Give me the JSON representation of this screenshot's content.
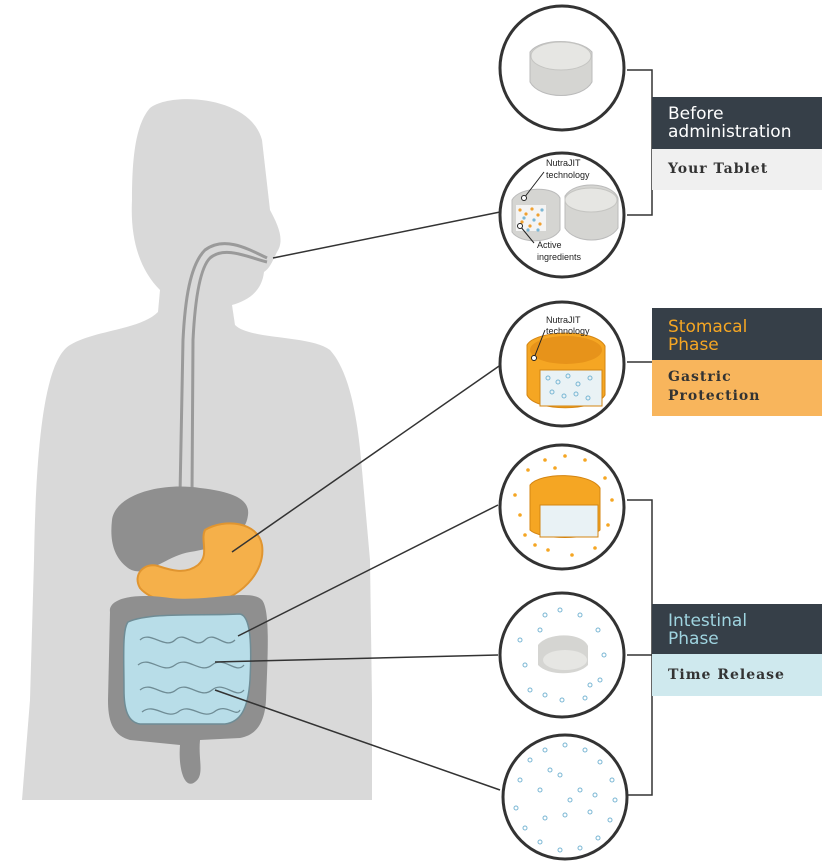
{
  "phases": {
    "before": {
      "title_line1": "Before",
      "title_line2": "administration",
      "subtitle": "Your Tablet",
      "title_color": "#ffffff",
      "subtitle_bg": "#f0f0f0"
    },
    "stomach": {
      "title_line1": "Stomacal",
      "title_line2": "Phase",
      "subtitle_line1": "Gastric",
      "subtitle_line2": "Protection",
      "title_color": "#f5a623",
      "subtitle_bg": "#f8b55c"
    },
    "intestine": {
      "title_line1": "Intestinal",
      "title_line2": "Phase",
      "subtitle": "Time Release",
      "title_color": "#9fd4e0",
      "subtitle_bg": "#cfe9ee"
    }
  },
  "callouts": {
    "nutrajit_1_line1": "NutraJIT",
    "nutrajit_1_line2": "technology",
    "active_line1": "Active",
    "active_line2": "ingredients",
    "nutrajit_2_line1": "NutraJIT",
    "nutrajit_2_line2": "technology"
  },
  "colors": {
    "silhouette": "#d9d9d9",
    "organ_gray": "#8f8f8f",
    "stomach_orange": "#f5a623",
    "intestine_blue": "#b8dde8",
    "header_dark": "#363f48"
  }
}
